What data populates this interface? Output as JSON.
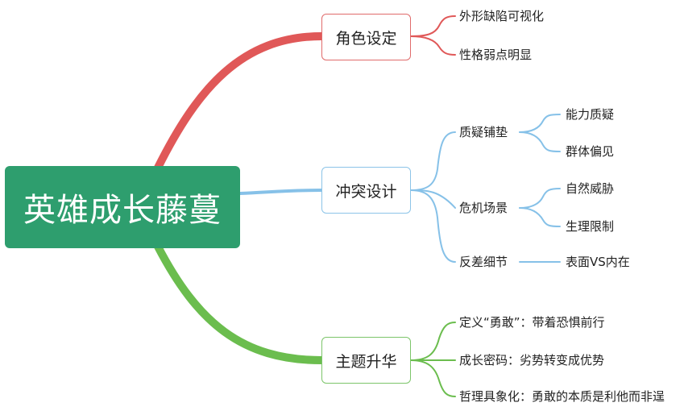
{
  "root": {
    "label": "英雄成长藤蔓"
  },
  "branches": [
    {
      "label": "角色设定",
      "color": "#e05858",
      "children": [
        {
          "label": "外形缺陷可视化"
        },
        {
          "label": "性格弱点明显"
        }
      ]
    },
    {
      "label": "冲突设计",
      "color": "#86c1e8",
      "children": [
        {
          "label": "质疑铺垫",
          "children": [
            {
              "label": "能力质疑"
            },
            {
              "label": "群体偏见"
            }
          ]
        },
        {
          "label": "危机场景",
          "children": [
            {
              "label": "自然威胁"
            },
            {
              "label": "生理限制"
            }
          ]
        },
        {
          "label": "反差细节",
          "children": [
            {
              "label": "表面VS内在"
            }
          ]
        }
      ]
    },
    {
      "label": "主题升华",
      "color": "#6bbd4e",
      "children": [
        {
          "label": "定义“勇敢”：带着恐惧前行"
        },
        {
          "label": "成长密码：劣势转变成优势"
        },
        {
          "label": "哲理具象化：勇敢的本质是利他而非逞"
        }
      ]
    }
  ]
}
